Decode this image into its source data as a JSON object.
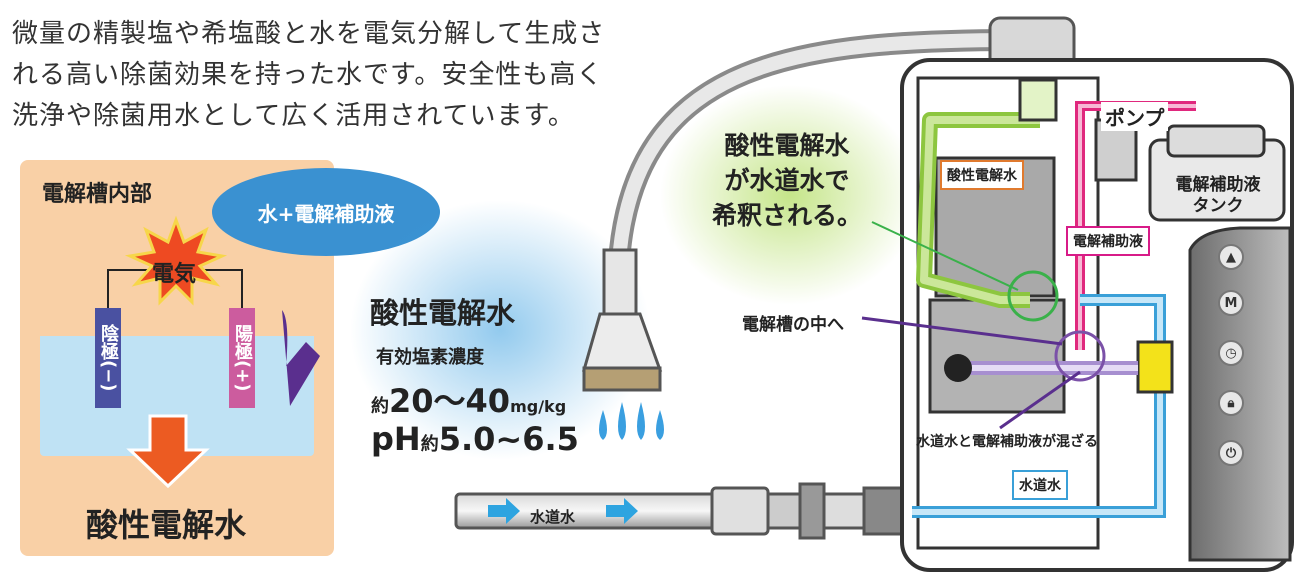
{
  "intro": {
    "line1": "微量の精製塩や希塩酸と水を電気分解して生成さ",
    "line2": "れる高い除菌効果を持った水です。安全性も高く",
    "line3": "洗浄や除菌用水として広く活用されています。"
  },
  "cell_panel": {
    "title": "電解槽内部",
    "bubble": "水+電解補助液",
    "electricity": "電気",
    "cathode": "陰極(−)",
    "anode": "陽極(+)",
    "result": "酸性電解水"
  },
  "output": {
    "title": "酸性電解水",
    "chlorine_label": "有効塩素濃度",
    "conc_prefix": "約",
    "conc_value": "20〜40",
    "conc_unit": "mg/kg",
    "ph_prefix": "pH",
    "ph_approx": "約",
    "ph_value": "5.0~6.5"
  },
  "device": {
    "dilute_line1": "酸性電解水",
    "dilute_line2": "が水道水で",
    "dilute_line3": "希釈される。",
    "into_cell": "電解槽の中へ",
    "mix": "水道水と電解補助液が混ざる",
    "label_acid": "酸性電解水",
    "label_helper": "電解補助液",
    "label_tap": "水道水",
    "pump": "ポンプ",
    "tank_line1": "電解補助液",
    "tank_line2": "タンク",
    "hose_label": "水道水",
    "btn_up": "▲",
    "btn_mode": "M"
  },
  "colors": {
    "acid_green": "#8dc63f",
    "pink": "#e0287d",
    "tap_blue": "#9fd4ef",
    "orange_arrow": "#e95a22"
  }
}
